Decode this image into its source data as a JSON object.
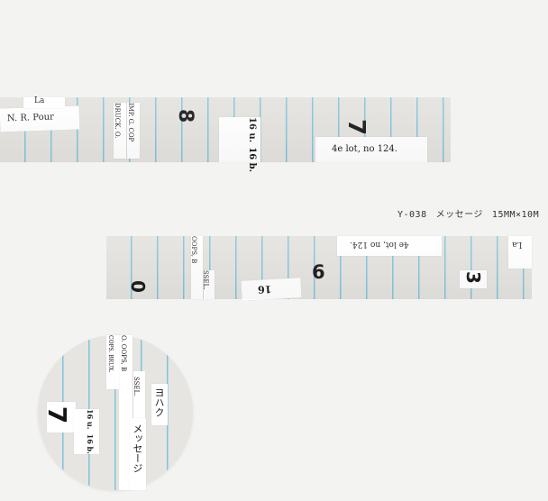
{
  "caption": {
    "code": "Y-038",
    "name": "メッセージ",
    "size": "15MM×10M"
  },
  "tape_top": {
    "frag_nr": "N. R. Pour",
    "frag_la": "La",
    "frag_druck": "DRUCK. O.",
    "frag_imp": "IMP. G. COP",
    "digit_8": "8",
    "frag_16u": "16 u.",
    "frag_16b": "16 b.",
    "digit_7": "7",
    "frag_lot": "4e lot, no 124."
  },
  "tape_bottom": {
    "digit_0": "0",
    "frag_oops": "OOPS, B",
    "frag_ssel": "SSEL.",
    "frag_16": "16",
    "digit_6": "6",
    "frag_lot": "4e lot, no 124.",
    "digit_3": "3",
    "frag_la": "La"
  },
  "circle": {
    "frag_oops": "O. OOPS, B",
    "frag_ssel": "SSEL.",
    "frag_cops": "COPS. BRUX.",
    "digit_7": "7",
    "frag_16u": "16 u.",
    "frag_16b": "16 b.",
    "jp_yohaku": "ヨハク",
    "jp_message": "メッセージ"
  }
}
